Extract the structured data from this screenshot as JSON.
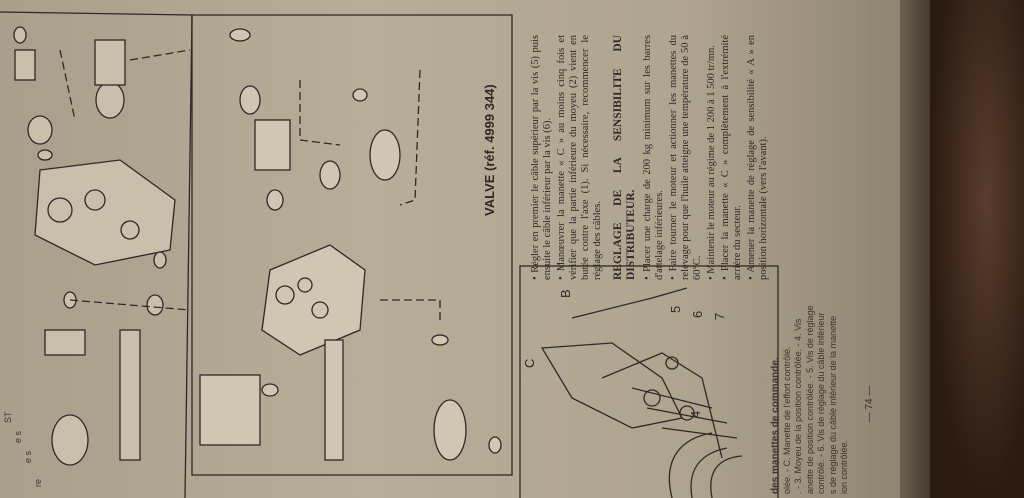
{
  "valve_title": "VALVE (réf. 4999 344)",
  "instructions": {
    "paragraphs": [
      "• Régler en premier le câble supérieur par la vis (5) puis ensuite le câble inférieur par la vis (6).",
      "• Manœuvrer la manette « C » au moins cinq fois et vérifier que la partie inférieure du moyeu (2) vient en butée contre l'axe (1). Si nécessaire, recommencer le réglage des câbles."
    ],
    "heading": "REGLAGE DE LA SENSIBILITE DU DISTRIBUTEUR.",
    "steps": [
      "• Placer une charge de 200 kg minimum sur les barres d'attelage inférieures.",
      "• Faire tourner le moteur et actionner les manettes du relevage pour que l'huile atteigne une température de 50 à 60°C.",
      "• Maintenir le moteur au régime de 1 200 à 1 500 tr/mn.",
      "• Placer la manette « C » complètement à l'extrémité arrière du secteur.",
      "• Amener la manette de réglage de sensibilité « A » en position horizontale (vers l'avant)."
    ]
  },
  "caption": {
    "title": "des manettes de commande.",
    "lines": [
      "olée. - C. Manette de l'effort contrôlé.",
      ". - 3. Moyeu de la position contrôlée. - 4. Vis",
      "anette de position contrôlée. - 5. Vis de réglage",
      "contrôlé. - 6. Vis de réglage du câble inférieur",
      "s de réglage du câble inférieur de la manette",
      "ion contrôlée."
    ]
  },
  "page_number": "— 74 —",
  "figure_labels": {
    "c": "C",
    "b": "B",
    "n4": "4",
    "n5": "5",
    "n6": "6",
    "n7": "7"
  },
  "edge_fragments": [
    "ST",
    "e s",
    "e s",
    "re"
  ]
}
